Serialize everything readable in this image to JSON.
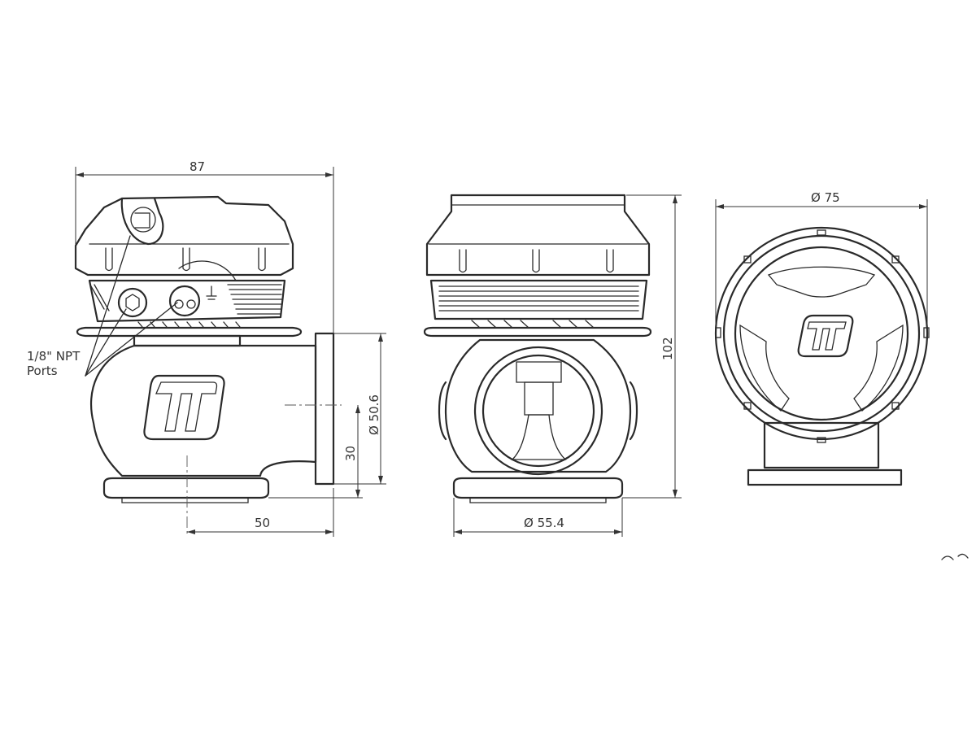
{
  "dimensions": {
    "overall_width": "87",
    "overall_height": "102",
    "flange_diameter": "Ø 50.6",
    "center_height": "30",
    "inlet_offset": "50",
    "outlet_diameter": "Ø 55.4",
    "top_diameter": "Ø 75"
  },
  "callouts": {
    "npt_ports_line1": "1/8\" NPT",
    "npt_ports_line2": "Ports"
  },
  "colors": {
    "line": "#2a2a2a",
    "background": "#ffffff"
  }
}
